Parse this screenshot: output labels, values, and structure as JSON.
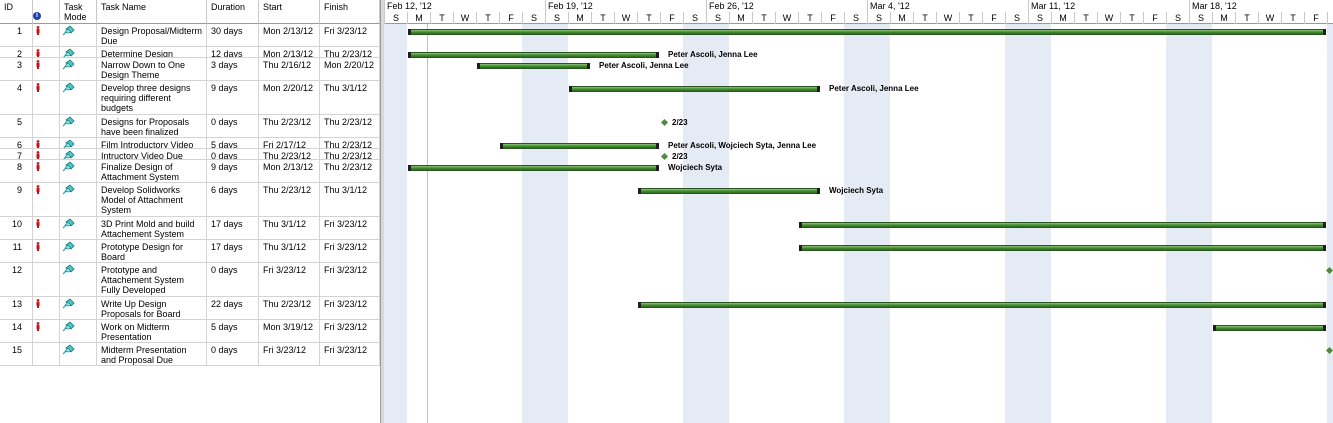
{
  "columns": {
    "id": "ID",
    "info_icon": "i",
    "task_mode": "Task Mode",
    "task_name": "Task Name",
    "duration": "Duration",
    "start": "Start",
    "finish": "Finish"
  },
  "timescale": {
    "weeks": [
      "Feb 12, '12",
      "Feb 19, '12",
      "Feb 26, '12",
      "Mar 4, '12",
      "Mar 11, '12",
      "Mar 18, '12"
    ],
    "days": [
      "S",
      "M",
      "T",
      "W",
      "T",
      "F",
      "S"
    ]
  },
  "colors": {
    "bar": "#3f8a2e",
    "weekend": "#e4ebf4",
    "milestone": "#4f8a3e"
  },
  "tasks": [
    {
      "id": "1",
      "manual": true,
      "name": "Design Proposal/Midterm Due",
      "duration": "30 days",
      "start": "Mon 2/13/12",
      "finish": "Fri 3/23/12",
      "bar_start": 1,
      "bar_days": 40,
      "resources": "",
      "milestone": false
    },
    {
      "id": "2",
      "manual": true,
      "name": "Determine Design",
      "duration": "12 days",
      "start": "Mon 2/13/12",
      "finish": "Thu 2/23/12",
      "bar_start": 1,
      "bar_days": 11,
      "resources": "Peter Ascoli, Jenna Lee",
      "milestone": false
    },
    {
      "id": "3",
      "manual": true,
      "name": "Narrow Down to One Design Theme",
      "duration": "3 days",
      "start": "Thu 2/16/12",
      "finish": "Mon 2/20/12",
      "bar_start": 4,
      "bar_days": 5,
      "resources": "Peter Ascoli, Jenna Lee",
      "milestone": false
    },
    {
      "id": "4",
      "manual": true,
      "name": "Develop three designs requiring different budgets",
      "duration": "9 days",
      "start": "Mon 2/20/12",
      "finish": "Thu 3/1/12",
      "bar_start": 8,
      "bar_days": 11,
      "resources": "Peter Ascoli, Jenna Lee",
      "milestone": false
    },
    {
      "id": "5",
      "manual": false,
      "name": "Designs for Proposals have been finalized",
      "duration": "0 days",
      "start": "Thu 2/23/12",
      "finish": "Thu 2/23/12",
      "bar_start": 12,
      "bar_days": 0,
      "resources": "2/23",
      "milestone": true
    },
    {
      "id": "6",
      "manual": true,
      "name": "Film Introductory Video",
      "duration": "5 days",
      "start": "Fri 2/17/12",
      "finish": "Thu 2/23/12",
      "bar_start": 5,
      "bar_days": 7,
      "resources": "Peter Ascoli, Wojciech Syta, Jenna Lee",
      "milestone": false
    },
    {
      "id": "7",
      "manual": true,
      "name": "Intructory Video Due",
      "duration": "0 days",
      "start": "Thu 2/23/12",
      "finish": "Thu 2/23/12",
      "bar_start": 12,
      "bar_days": 0,
      "resources": "2/23",
      "milestone": true
    },
    {
      "id": "8",
      "manual": true,
      "name": "Finalize Design of Attachment System",
      "duration": "9 days",
      "start": "Mon 2/13/12",
      "finish": "Thu 2/23/12",
      "bar_start": 1,
      "bar_days": 11,
      "resources": "Wojciech Syta",
      "milestone": false
    },
    {
      "id": "9",
      "manual": true,
      "name": "Develop Solidworks Model of Attachment System",
      "duration": "6 days",
      "start": "Thu 2/23/12",
      "finish": "Thu 3/1/12",
      "bar_start": 11,
      "bar_days": 8,
      "resources": "Wojciech Syta",
      "milestone": false
    },
    {
      "id": "10",
      "manual": true,
      "name": "3D Print Mold and build Attachement System",
      "duration": "17 days",
      "start": "Thu 3/1/12",
      "finish": "Fri 3/23/12",
      "bar_start": 18,
      "bar_days": 23,
      "resources": "",
      "milestone": false
    },
    {
      "id": "11",
      "manual": true,
      "name": "Prototype Design for Board",
      "duration": "17 days",
      "start": "Thu 3/1/12",
      "finish": "Fri 3/23/12",
      "bar_start": 18,
      "bar_days": 23,
      "resources": "",
      "milestone": false
    },
    {
      "id": "12",
      "manual": false,
      "name": "Prototype and Attachement System Fully Developed",
      "duration": "0 days",
      "start": "Fri 3/23/12",
      "finish": "Fri 3/23/12",
      "bar_start": 40.9,
      "bar_days": 0,
      "resources": "",
      "milestone": true
    },
    {
      "id": "13",
      "manual": true,
      "name": "Write Up Design Proposals for Board",
      "duration": "22 days",
      "start": "Thu 2/23/12",
      "finish": "Fri 3/23/12",
      "bar_start": 11,
      "bar_days": 30,
      "resources": "",
      "milestone": false
    },
    {
      "id": "14",
      "manual": true,
      "name": "Work on Midterm Presentation",
      "duration": "5 days",
      "start": "Mon 3/19/12",
      "finish": "Fri 3/23/12",
      "bar_start": 36,
      "bar_days": 5,
      "resources": "",
      "milestone": false
    },
    {
      "id": "15",
      "manual": false,
      "name": "Midterm Presentation and Proposal Due",
      "duration": "0 days",
      "start": "Fri 3/23/12",
      "finish": "Fri 3/23/12",
      "bar_start": 40.9,
      "bar_days": 0,
      "resources": "",
      "milestone": true
    }
  ]
}
